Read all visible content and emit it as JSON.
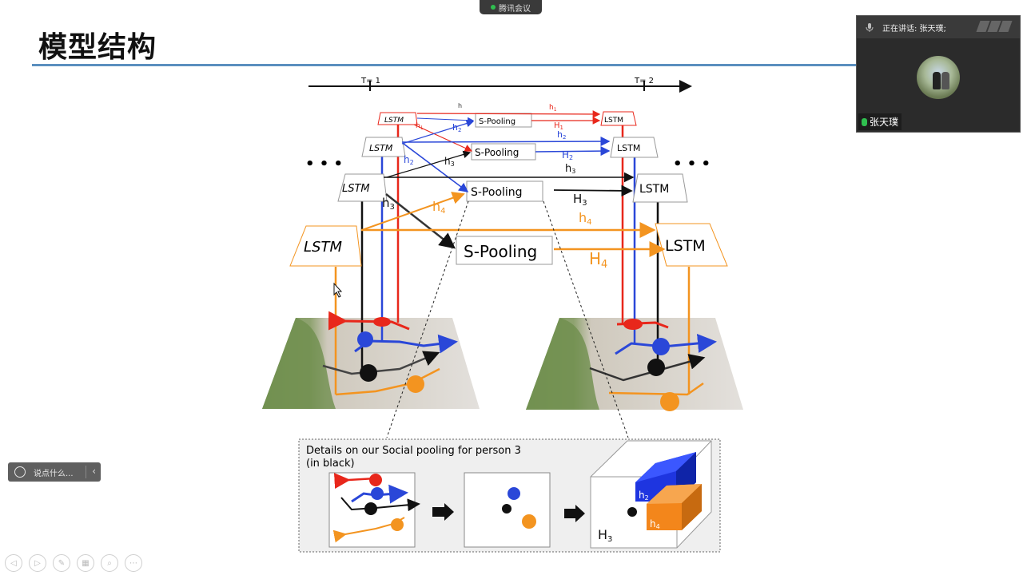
{
  "slide": {
    "title": "模型结构",
    "time_labels": [
      "T= 1",
      "T= 2"
    ],
    "lstm_label": "LSTM",
    "pooling_label": "S-Pooling",
    "ellipsis": "• • •",
    "hidden_labels": {
      "h1": "h",
      "h1b": "h",
      "H1": "H",
      "h2": "h",
      "H2": "H",
      "h3": "h",
      "H3": "H",
      "h4": "h",
      "H4": "H"
    },
    "subscripts": {
      "one": "1",
      "two": "2",
      "three": "3",
      "four": "4"
    },
    "details_title_line1": "Details on our Social pooling for person 3",
    "details_title_line2": "(in black)",
    "details_h2": "h",
    "details_h4": "h",
    "details_H3": "H",
    "colors": {
      "red": "#e8271b",
      "blue": "#2a47d8",
      "black": "#111111",
      "orange": "#f39420",
      "accent_rule": "#5b8fbf"
    }
  },
  "meeting": {
    "app_name": "腾讯会议",
    "speaking_label": "正在讲话: 张天璞;",
    "participant_name": "张天璞"
  },
  "chat": {
    "placeholder": "说点什么..."
  },
  "toolbar": {
    "icons": [
      "prev-icon",
      "next-icon",
      "pen-icon",
      "layout-icon",
      "zoom-icon",
      "more-icon"
    ]
  }
}
